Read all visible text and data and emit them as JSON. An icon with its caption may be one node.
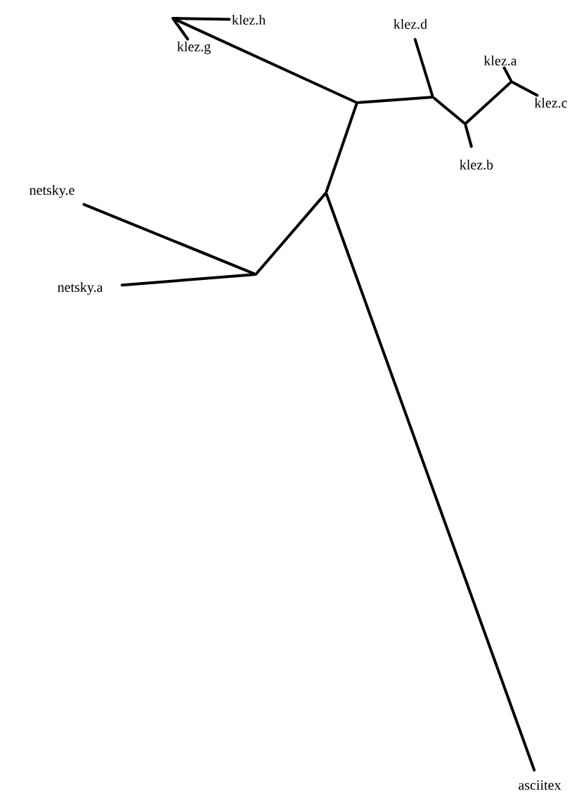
{
  "diagram": {
    "nodes": [
      {
        "text": [
          "klez.h"
        ]
      },
      {
        "text": [
          "klez.g"
        ]
      },
      {
        "text": [
          "klez.d"
        ]
      },
      {
        "text": [
          "klez.a"
        ]
      },
      {
        "text": [
          "klez.c"
        ]
      },
      {
        "text": [
          "klez.b"
        ]
      },
      {
        "text": [
          "netsky.e"
        ]
      },
      {
        "text": [
          "netsky.a"
        ]
      },
      {
        "text": [
          "asciitex"
        ]
      },
      {
        "text": [],
        "shape": "point"
      },
      {
        "text": [],
        "shape": "point"
      },
      {
        "text": [],
        "shape": "point"
      },
      {
        "text": [],
        "shape": "point"
      },
      {
        "text": [],
        "shape": "point"
      },
      {
        "text": [],
        "shape": "point"
      },
      {
        "text": [],
        "shape": "point"
      }
    ],
    "edges": [
      {
        "from": 9,
        "to": 14,
        "arrow": "none"
      },
      {
        "from": 14,
        "to": 0,
        "arrow": "none"
      },
      {
        "from": 14,
        "to": 1,
        "arrow": "none"
      },
      {
        "from": 9,
        "to": 10,
        "arrow": "none"
      },
      {
        "from": 10,
        "to": 2,
        "arrow": "none"
      },
      {
        "from": 10,
        "to": 11,
        "arrow": "none"
      },
      {
        "from": 11,
        "to": 15,
        "arrow": "none"
      },
      {
        "from": 15,
        "to": 3,
        "arrow": "none"
      },
      {
        "from": 15,
        "to": 4,
        "arrow": "none"
      },
      {
        "from": 11,
        "to": 5,
        "arrow": "none"
      },
      {
        "from": 9,
        "to": 12,
        "arrow": "none"
      },
      {
        "from": 12,
        "to": 13,
        "arrow": "none"
      },
      {
        "from": 13,
        "to": 6,
        "arrow": "none"
      },
      {
        "from": 13,
        "to": 7,
        "arrow": "none"
      },
      {
        "from": 12,
        "to": 8,
        "arrow": "none"
      }
    ]
  }
}
